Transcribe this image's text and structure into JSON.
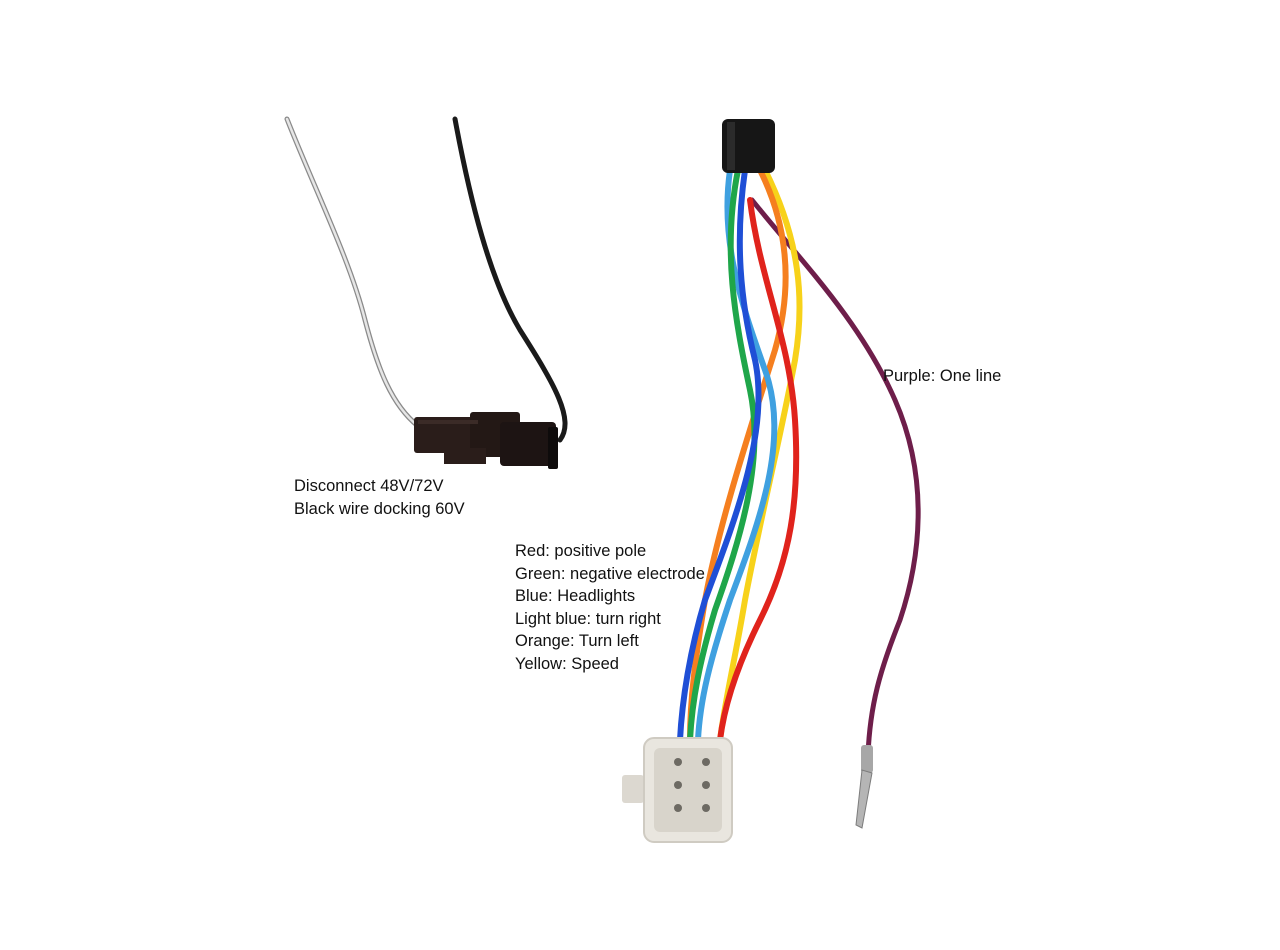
{
  "captions": {
    "connector": {
      "line1": "Disconnect 48V/72V",
      "line2": "Black wire docking 60V"
    },
    "color_codes": [
      "Red: positive pole",
      "Green: negative electrode",
      "Blue: Headlights",
      "Light blue: turn right",
      "Orange: Turn left",
      "Yellow: Speed"
    ],
    "purple": "Purple: One line"
  },
  "colors": {
    "background": "#ffffff",
    "wire_white": "#c8c8c8",
    "wire_black": "#1a1a1a",
    "wire_red": "#e0231c",
    "wire_green": "#1fa64a",
    "wire_blue": "#1f4fd6",
    "wire_light_blue": "#3fa0e0",
    "wire_orange": "#f57f1f",
    "wire_yellow": "#f7d21a",
    "wire_purple": "#6e1e4a",
    "sheath": "#161616",
    "plug_body": "#e9e6df"
  }
}
